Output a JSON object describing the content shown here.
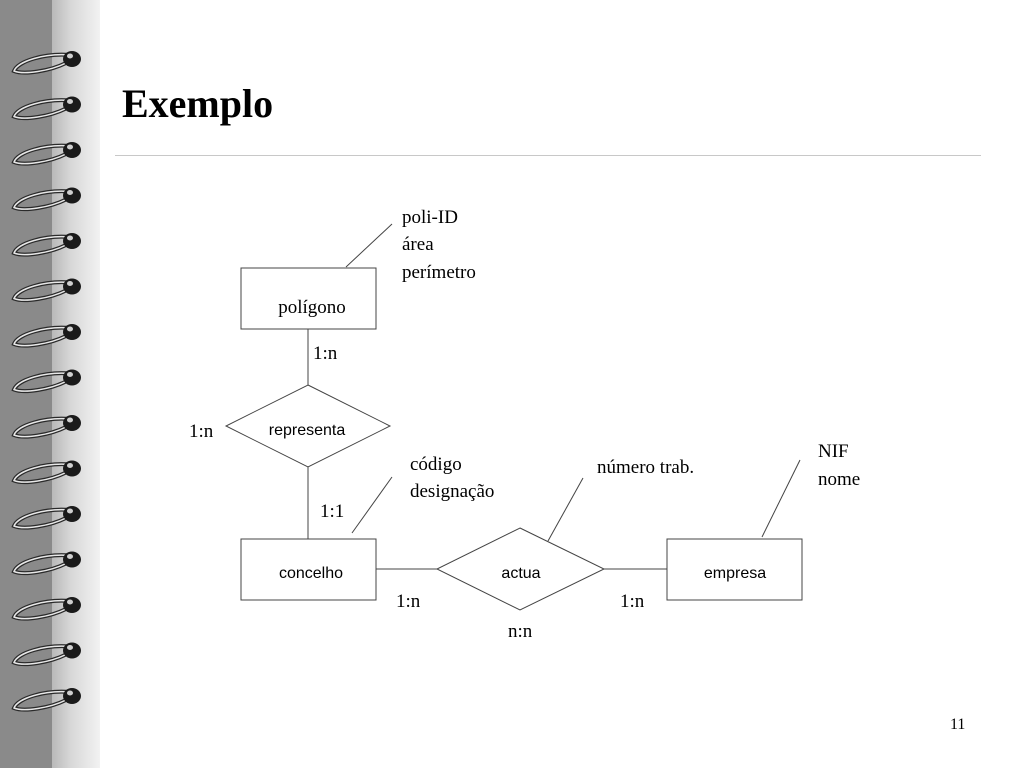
{
  "slide": {
    "title": "Exemplo",
    "page_number": "11"
  },
  "diagram": {
    "entities": {
      "poligono": "polígono",
      "concelho": "concelho",
      "empresa": "empresa"
    },
    "relationships": {
      "representa": "representa",
      "actua": "actua"
    },
    "attributes": {
      "poligono": [
        "poli-ID",
        "área",
        "perímetro"
      ],
      "concelho": [
        "código",
        "designação"
      ],
      "actua": [
        "número trab."
      ],
      "empresa": [
        "NIF",
        "nome"
      ]
    },
    "cardinalities": {
      "poligono_representa": "1:n",
      "representa_side": "1:n",
      "representa_concelho": "1:1",
      "concelho_actua": "1:n",
      "actua_empresa": "1:n",
      "actua_total": "n:n"
    }
  },
  "colors": {
    "binding": "#8a8a8a",
    "stroke": "#444444",
    "rule": "#c8c8c8"
  },
  "icons": {
    "binding": "spiral-ring-icon"
  }
}
